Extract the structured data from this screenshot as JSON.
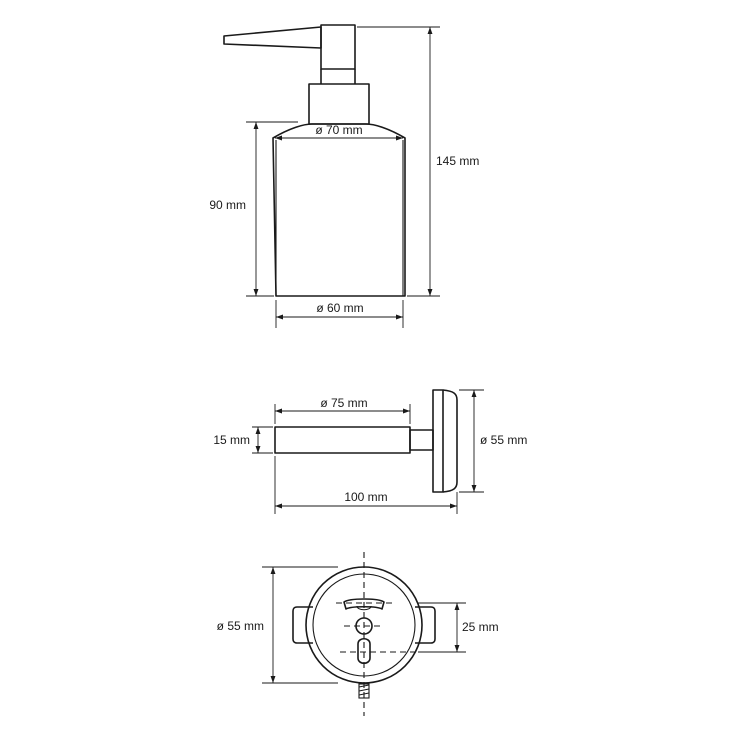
{
  "views": {
    "dispenser": {
      "dims": {
        "top_diameter": "ø 70 mm",
        "bottom_diameter": "ø 60 mm",
        "height_body": "90 mm",
        "height_total": "145 mm"
      }
    },
    "holder_side": {
      "dims": {
        "ring_diameter": "ø 75 mm",
        "thickness": "15 mm",
        "base_diameter": "ø 55 mm",
        "projection": "100 mm"
      }
    },
    "holder_back": {
      "dims": {
        "base_diameter": "ø 55 mm",
        "hole_spacing": "25 mm"
      }
    }
  },
  "colors": {
    "line": "#1a1a1a",
    "background": "#ffffff"
  }
}
